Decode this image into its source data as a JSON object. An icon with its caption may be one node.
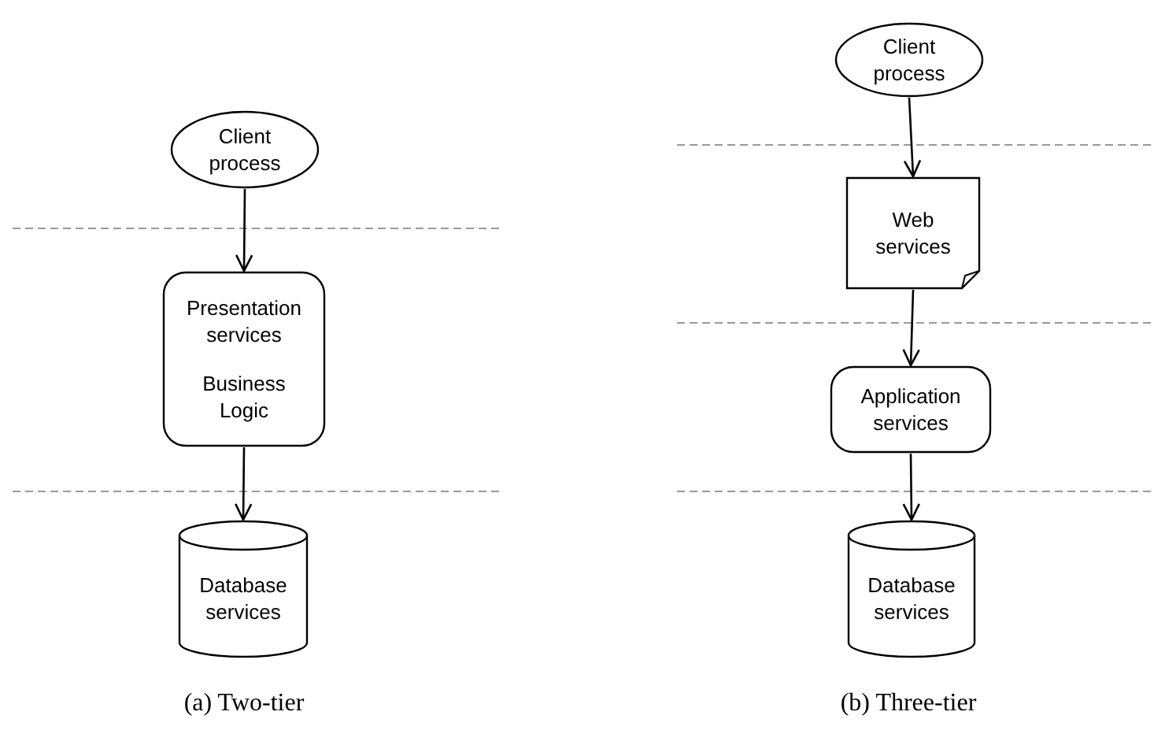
{
  "diagram": {
    "nodes": [
      {
        "text": [
          "Client process"
        ]
      },
      {
        "text": [
          "Presentation services",
          "Business Logic"
        ]
      },
      {
        "text": [
          "Database services"
        ]
      },
      {
        "text": [
          "Client process"
        ]
      },
      {
        "text": [
          "Web services"
        ]
      },
      {
        "text": [
          "Application services"
        ]
      },
      {
        "text": [
          "Database services"
        ]
      }
    ],
    "edges": [
      {
        "from": 0,
        "to": 1,
        "arrow": "to"
      },
      {
        "from": 1,
        "to": 2,
        "arrow": "to"
      },
      {
        "from": 3,
        "to": 4,
        "arrow": "to"
      },
      {
        "from": 4,
        "to": 5,
        "arrow": "to"
      },
      {
        "from": 5,
        "to": 6,
        "arrow": "to"
      }
    ],
    "labels": [
      "(a) Two-tier",
      "(b) Three-tier"
    ]
  }
}
